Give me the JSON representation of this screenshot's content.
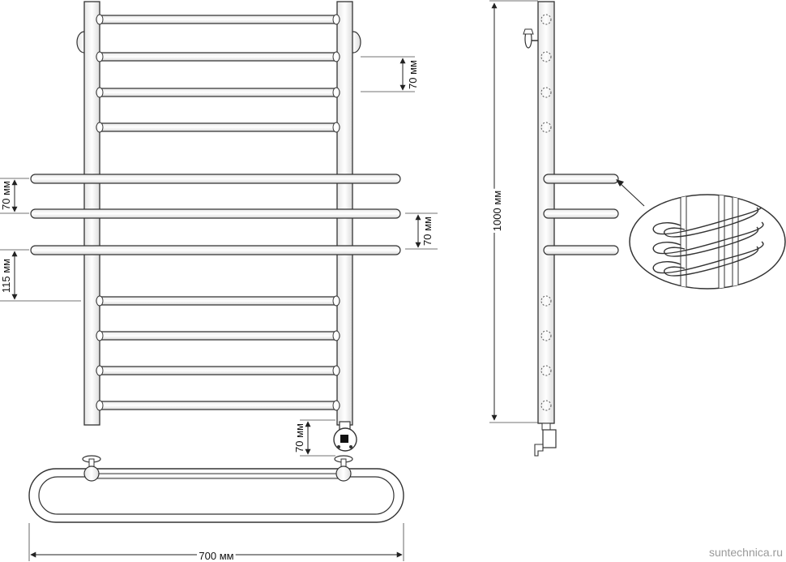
{
  "dimensions": {
    "spacing_top_right": "70 мм",
    "spacing_left": "70 мм",
    "spacing_shelf_right": "70 мм",
    "gap_left": "115 мм",
    "valve_offset": "70 мм",
    "height": "1000 мм",
    "width": "700 мм"
  },
  "watermark": "suntechnica.ru",
  "colors": {
    "line": "#333333",
    "fill": "#ffffff",
    "shade": "#d9d9d9"
  }
}
